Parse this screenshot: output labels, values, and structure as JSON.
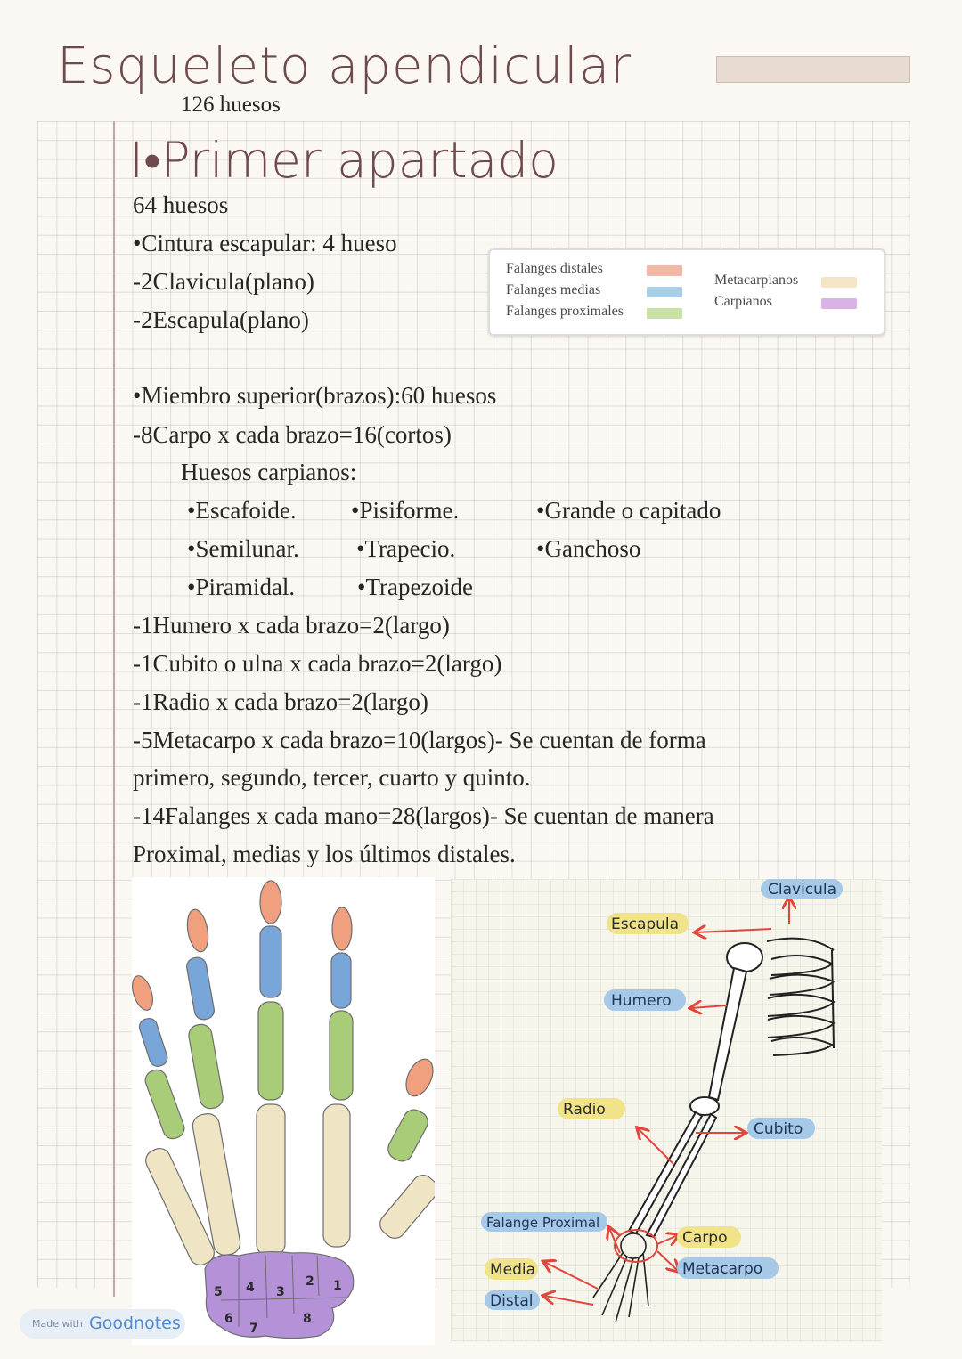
{
  "header": {
    "title": "Esqueleto apendicular",
    "subtitle": "126 huesos"
  },
  "section": {
    "title": "I•Primer apartado",
    "count": "64 huesos"
  },
  "cintura": {
    "heading": "•Cintura escapular: 4 hueso",
    "items": [
      "-2Clavicula(plano)",
      "-2Escapula(plano)"
    ]
  },
  "miembro": {
    "heading": "•Miembro superior(brazos):60 huesos",
    "carpo": "-8Carpo x cada brazo=16(cortos)",
    "carpianos_heading": "Huesos carpianos:",
    "carpianos": {
      "col1": [
        "•Escafoide.",
        "•Semilunar.",
        "•Piramidal."
      ],
      "col2": [
        "•Pisiforme.",
        "•Trapecio.",
        "•Trapezoide"
      ],
      "col3": [
        "•Grande o capitado",
        "•Ganchoso"
      ]
    },
    "lines": [
      "-1Humero x cada brazo=2(largo)",
      "-1Cubito o ulna x cada brazo=2(largo)",
      "-1Radio x cada brazo=2(largo)",
      "-5Metacarpo x cada brazo=10(largos)- Se cuentan de forma",
      "primero, segundo, tercer, cuarto y quinto.",
      "-14Falanges x cada mano=28(largos)- Se cuentan de manera",
      "Proximal, medias y los últimos distales."
    ]
  },
  "legend": {
    "items": [
      {
        "label": "Falanges distales",
        "color": "#f2b8a6"
      },
      {
        "label": "Falanges medias",
        "color": "#a8cfe6"
      },
      {
        "label": "Falanges proximales",
        "color": "#c8e2a8"
      },
      {
        "label": "Metacarpianos",
        "color": "#f4e6c4"
      },
      {
        "label": "Carpianos",
        "color": "#d9b3e6"
      }
    ]
  },
  "hand_diagram": {
    "carpal_numbers": [
      "1",
      "2",
      "3",
      "4",
      "5",
      "6",
      "7",
      "8"
    ],
    "colors": {
      "distal": "#f0a07e",
      "media": "#79a6d8",
      "proximal": "#a9cc78",
      "metacarpo": "#efe4c4",
      "carpo": "#b592d8"
    }
  },
  "arm_diagram": {
    "labels": {
      "clavicula": "Clavicula",
      "escapula": "Escapula",
      "humero": "Humero",
      "radio": "Radio",
      "cubito": "Cubito",
      "falange_proximal": "Falange Proximal",
      "media": "Media",
      "distal": "Distal",
      "carpo": "Carpo",
      "metacarpo": "Metacarpo"
    }
  },
  "brand": {
    "made_with": "Made with",
    "name": "Goodnotes"
  }
}
